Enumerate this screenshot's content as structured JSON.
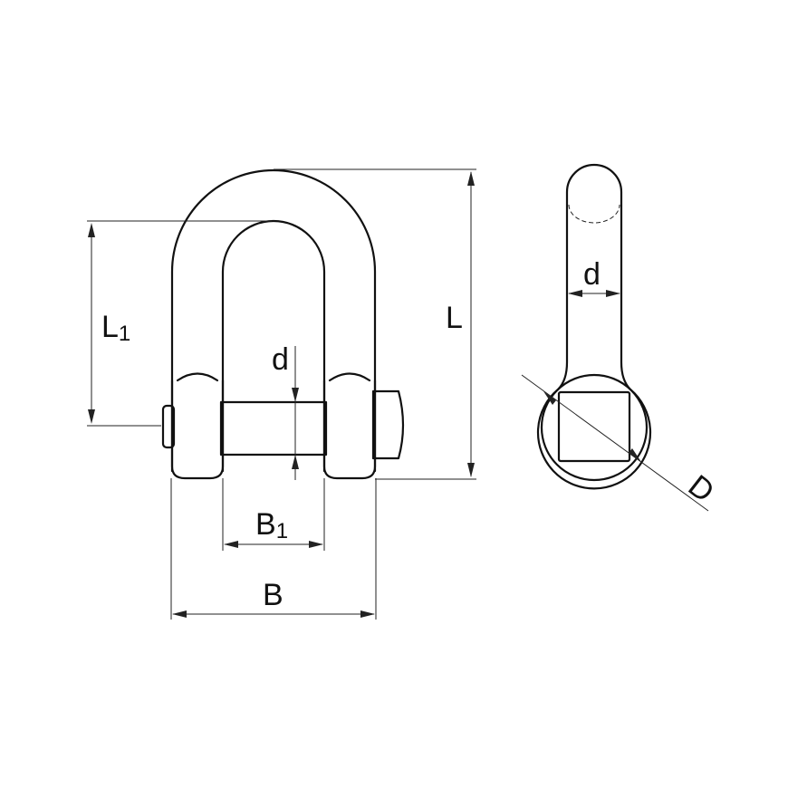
{
  "labels": {
    "L1_main": "L",
    "L1_sub": "1",
    "d_front": "d",
    "L": "L",
    "d_side": "d",
    "D": "D",
    "B1_main": "B",
    "B1_sub": "1",
    "B": "B"
  }
}
